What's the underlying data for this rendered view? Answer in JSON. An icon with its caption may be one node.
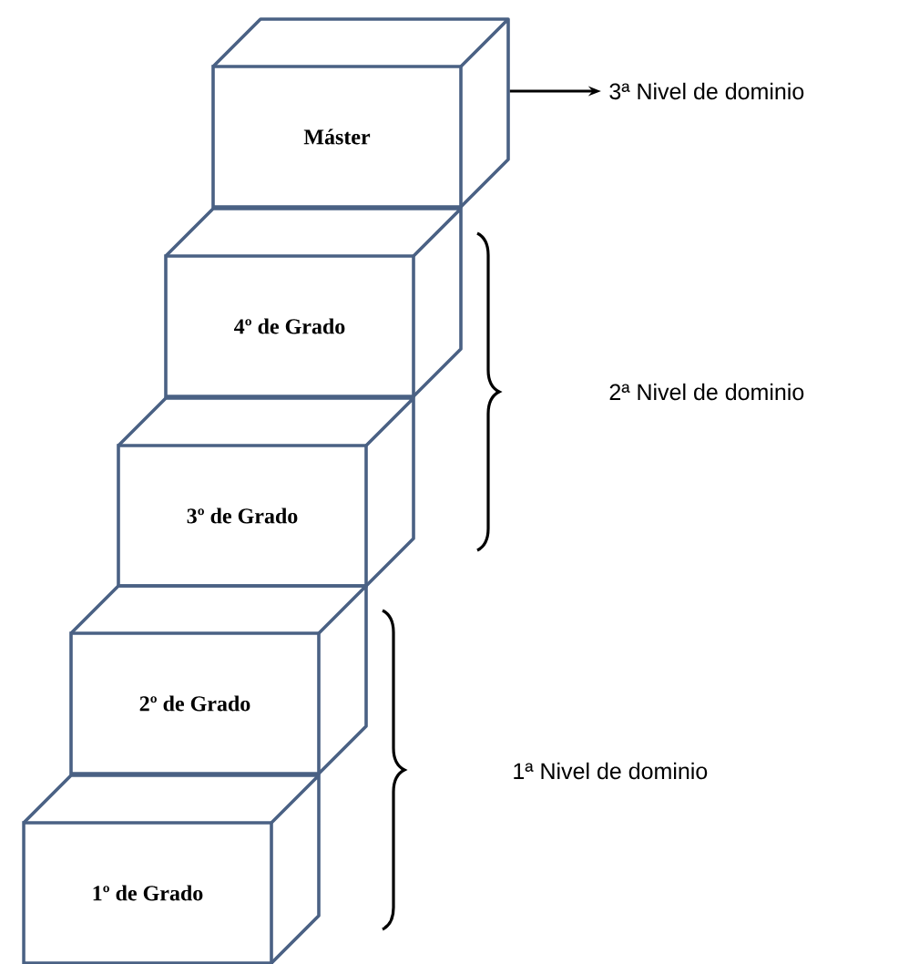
{
  "diagram": {
    "nodes": [
      {
        "text": [
          "Máster"
        ]
      },
      {
        "text": [
          "4º de Grado"
        ]
      },
      {
        "text": [
          "3º de Grado"
        ]
      },
      {
        "text": [
          "2º de Grado"
        ]
      },
      {
        "text": [
          "1º de Grado"
        ]
      },
      {
        "text": [
          "3ª Nivel de dominio"
        ]
      }
    ],
    "edges": [
      {
        "from": 0,
        "to": 5,
        "arrow": "to"
      }
    ],
    "labels": [
      "2ª Nivel de dominio",
      "1ª Nivel de dominio"
    ]
  }
}
